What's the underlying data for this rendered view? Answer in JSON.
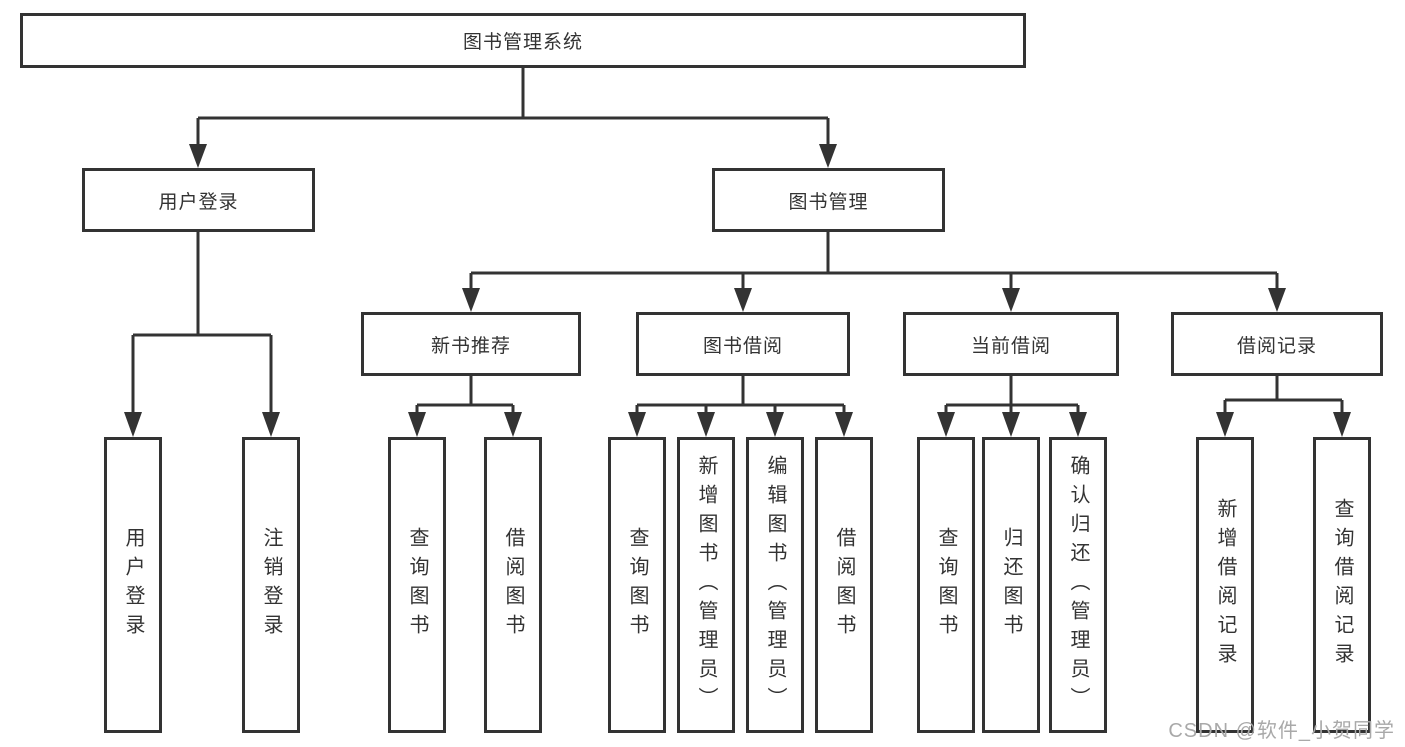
{
  "diagram": {
    "type": "tree",
    "root": {
      "label": "图书管理系统",
      "children": [
        {
          "label": "用户登录",
          "children": [
            {
              "label": "用户登录"
            },
            {
              "label": "注销登录"
            }
          ]
        },
        {
          "label": "图书管理",
          "children": [
            {
              "label": "新书推荐",
              "children": [
                {
                  "label": "查询图书"
                },
                {
                  "label": "借阅图书"
                }
              ]
            },
            {
              "label": "图书借阅",
              "children": [
                {
                  "label": "查询图书"
                },
                {
                  "label": "新增图书（管理员）"
                },
                {
                  "label": "编辑图书（管理员）"
                },
                {
                  "label": "借阅图书"
                }
              ]
            },
            {
              "label": "当前借阅",
              "children": [
                {
                  "label": "查询图书"
                },
                {
                  "label": "归还图书"
                },
                {
                  "label": "确认归还（管理员）"
                }
              ]
            },
            {
              "label": "借阅记录",
              "children": [
                {
                  "label": "新增借阅记录"
                },
                {
                  "label": "查询借阅记录"
                }
              ]
            }
          ]
        }
      ]
    }
  },
  "watermark": {
    "text": "CSDN @软件_小贺同学"
  },
  "colors": {
    "line": "#333333",
    "box_border": "#333333",
    "text": "#333333",
    "watermark": "#a9a9a9",
    "background": "#ffffff"
  }
}
